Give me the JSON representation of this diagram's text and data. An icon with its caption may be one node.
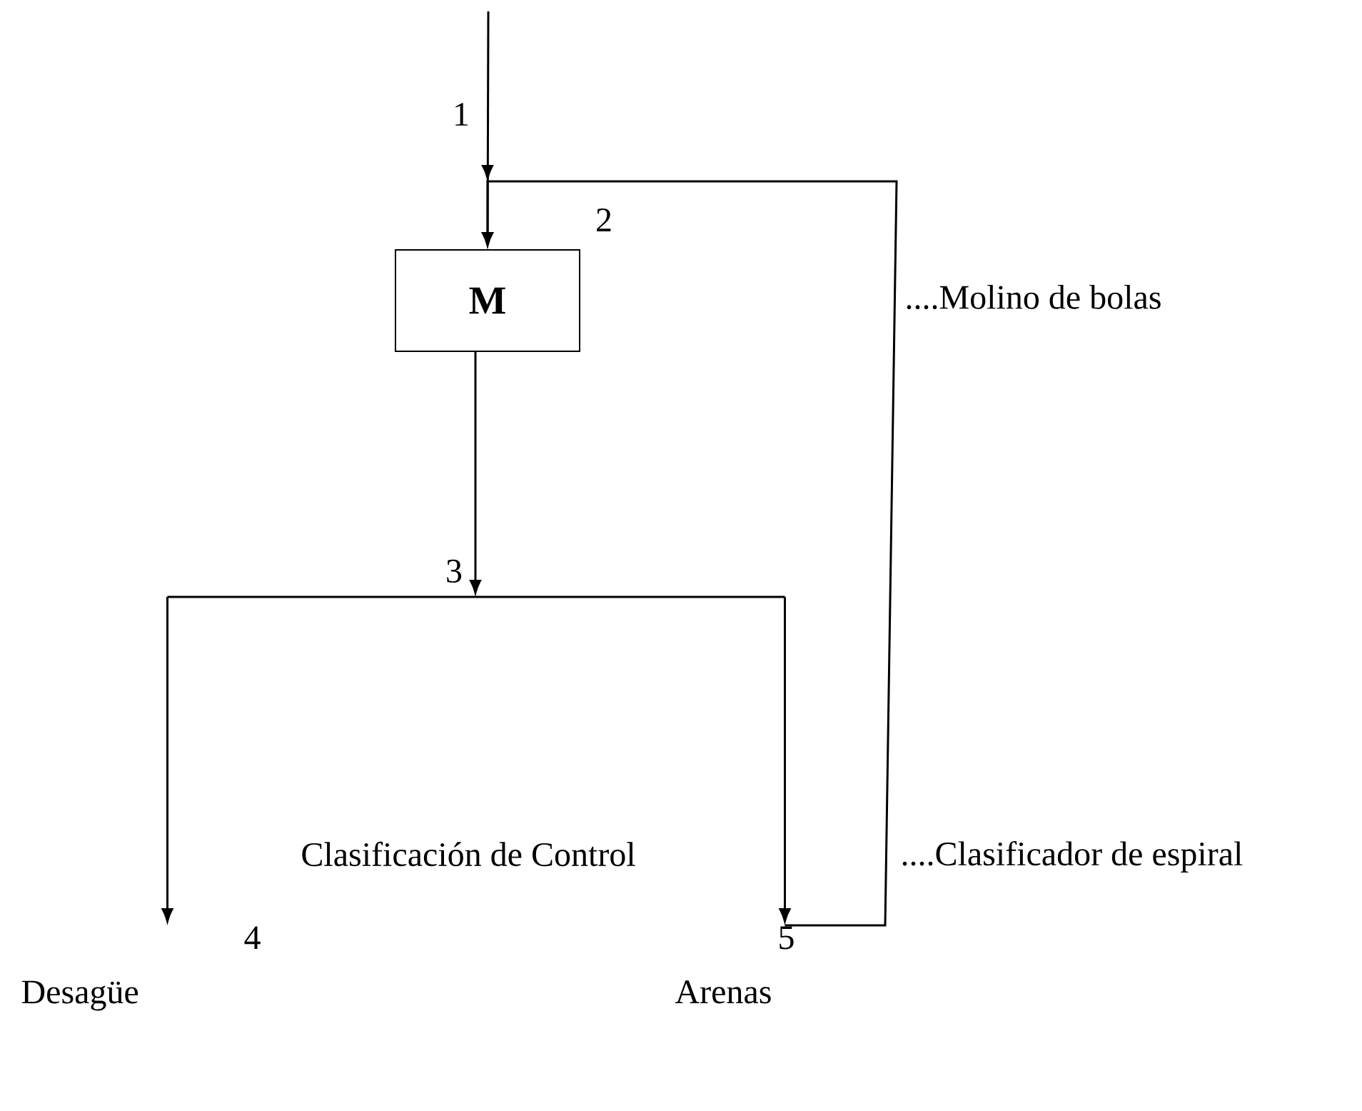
{
  "diagram": {
    "nodes": [
      {
        "text": [
          "M"
        ]
      },
      {
        "text": [],
        "shape": "bar"
      },
      {
        "text": [
          "4",
          "Desagüe"
        ]
      },
      {
        "text": [
          "5",
          "Arenas"
        ]
      }
    ],
    "edges": [
      {
        "from": null,
        "to": 0,
        "arrow": "to",
        "label": "1"
      },
      {
        "from": 0,
        "to": 1,
        "arrow": "to",
        "label": "3"
      },
      {
        "from": 1,
        "to": 2,
        "arrow": "to"
      },
      {
        "from": 1,
        "to": 3,
        "arrow": "to"
      },
      {
        "from": 3,
        "to": 0,
        "arrow": "to",
        "label": "2"
      }
    ],
    "labels": [
      "....Molino de bolas",
      "Clasificación de Control",
      "....Clasificador de espiral"
    ]
  }
}
